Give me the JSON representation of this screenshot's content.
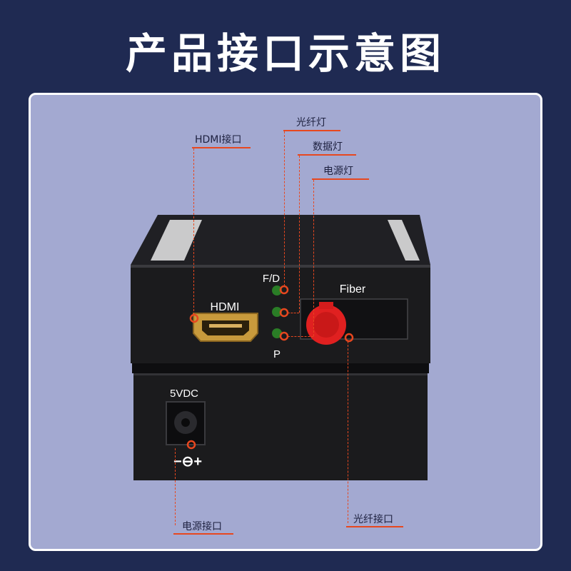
{
  "title": "产品接口示意图",
  "callouts": {
    "hdmi_port": "HDMI接口",
    "fiber_led": "光纤灯",
    "data_led": "数据灯",
    "power_led": "电源灯",
    "power_port": "电源接口",
    "fiber_port": "光纤接口"
  },
  "device": {
    "fd_label": "F/D",
    "p_label": "P",
    "hdmi_label": "HDMI",
    "fiber_label": "Fiber",
    "dc_label": "5VDC",
    "polarity": "−⊖+"
  },
  "colors": {
    "background": "#1f2a52",
    "panel": "#a3a9d1",
    "accent": "#e7471f",
    "device": "#1b1b1d"
  }
}
